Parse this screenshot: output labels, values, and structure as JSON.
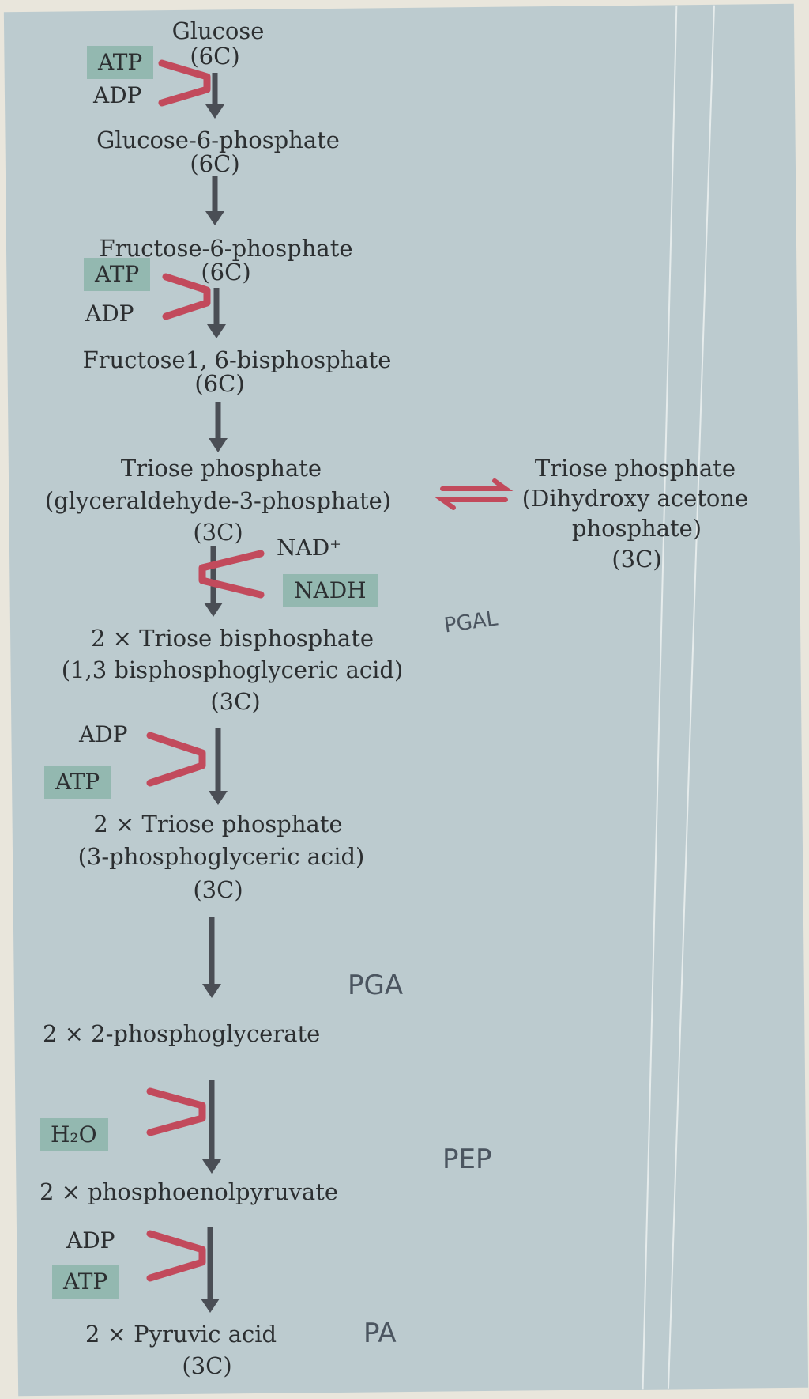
{
  "colors": {
    "paper": "#bccbcf",
    "down_arrow": "#4a4e55",
    "side_arrow": "#c24a5c",
    "cofactor_box": "#93b8b0"
  },
  "steps": [
    {
      "name": "Glucose",
      "carbons": "(6C)"
    },
    {
      "name": "Glucose-6-phosphate",
      "carbons": "(6C)"
    },
    {
      "name": "Fructose-6-phosphate",
      "carbons": "(6C)"
    },
    {
      "name": "Fructose1, 6-bisphosphate",
      "carbons": "(6C)"
    },
    {
      "name": "Triose phosphate",
      "detail": "(glyceraldehyde-3-phosphate)",
      "carbons": "(3C)"
    },
    {
      "name": "2 × Triose bisphosphate",
      "detail": "(1,3 bisphosphoglyceric acid)",
      "carbons": "(3C)"
    },
    {
      "name": "2 × Triose phosphate",
      "detail": "(3-phosphoglyceric acid)",
      "carbons": "(3C)"
    },
    {
      "name": "2 × 2-phosphoglycerate"
    },
    {
      "name": "2 × phosphoenolpyruvate"
    },
    {
      "name": "2 × Pyruvic acid",
      "carbons": "(3C)"
    }
  ],
  "isomer": {
    "name": "Triose phosphate",
    "detail_1": "(Dihydroxy acetone",
    "detail_2": "phosphate)",
    "carbons": "(3C)"
  },
  "cofactors": {
    "step1_in": "ATP",
    "step1_out": "ADP",
    "step3_in": "ATP",
    "step3_out": "ADP",
    "step5_in": "NAD⁺",
    "step5_out": "NADH",
    "step6_in": "ADP",
    "step6_out": "ATP",
    "step8_out": "H₂O",
    "step9_in": "ADP",
    "step9_out": "ATP"
  },
  "handwritten_notes": {
    "pgal": "PGAL",
    "pga": "PGA",
    "pep": "PEP",
    "pa": "PA"
  }
}
